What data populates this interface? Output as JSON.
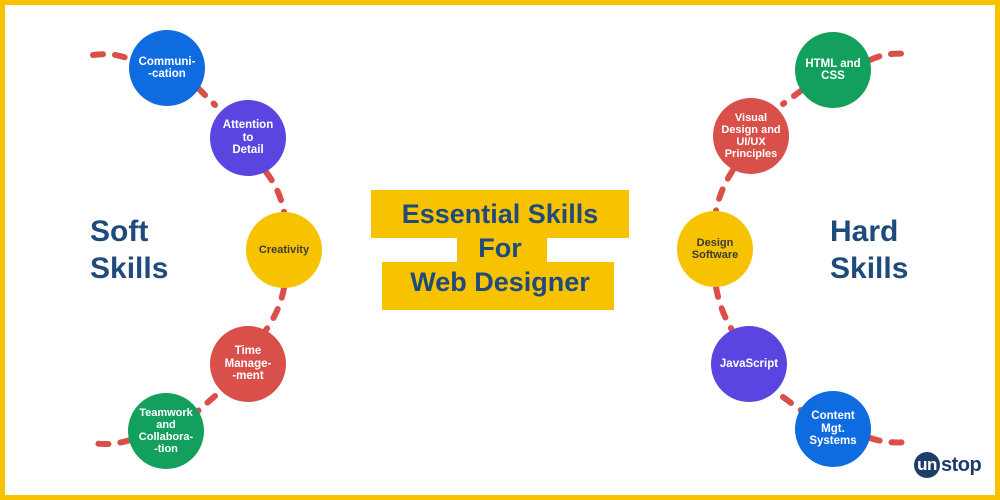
{
  "title": {
    "lines": [
      "Essential Skills",
      "For",
      "Web Designer"
    ],
    "text": "Essential Skills\nFor\nWeb Designer"
  },
  "soft_skills": {
    "heading": "Soft\nSkills",
    "items": [
      {
        "label": "Communi-\n-cation",
        "color": "#0E6BE0"
      },
      {
        "label": "Attention\nto\nDetail",
        "color": "#5B45E0"
      },
      {
        "label": "Creativity",
        "color": "#F7C300"
      },
      {
        "label": "Time\nManage-\n-ment",
        "color": "#D9504A"
      },
      {
        "label": "Teamwork\nand\nCollabora-\n-tion",
        "color": "#13A05F"
      }
    ]
  },
  "hard_skills": {
    "heading": "Hard\nSkills",
    "items": [
      {
        "label": "HTML and\nCSS",
        "color": "#13A05F"
      },
      {
        "label": "Visual\nDesign and\nUI/UX\nPrinciples",
        "color": "#D9504A"
      },
      {
        "label": "Design\nSoftware",
        "color": "#F7C300"
      },
      {
        "label": "JavaScript",
        "color": "#5B45E0"
      },
      {
        "label": "Content\nMgt.\nSystems",
        "color": "#0E6BE0"
      }
    ]
  },
  "logo": {
    "badge": "un",
    "text": "stop"
  },
  "colors": {
    "border": "#F7C300",
    "heading": "#1F4A7C",
    "connector": "#D9504A",
    "title_bg": "#F7C300"
  }
}
